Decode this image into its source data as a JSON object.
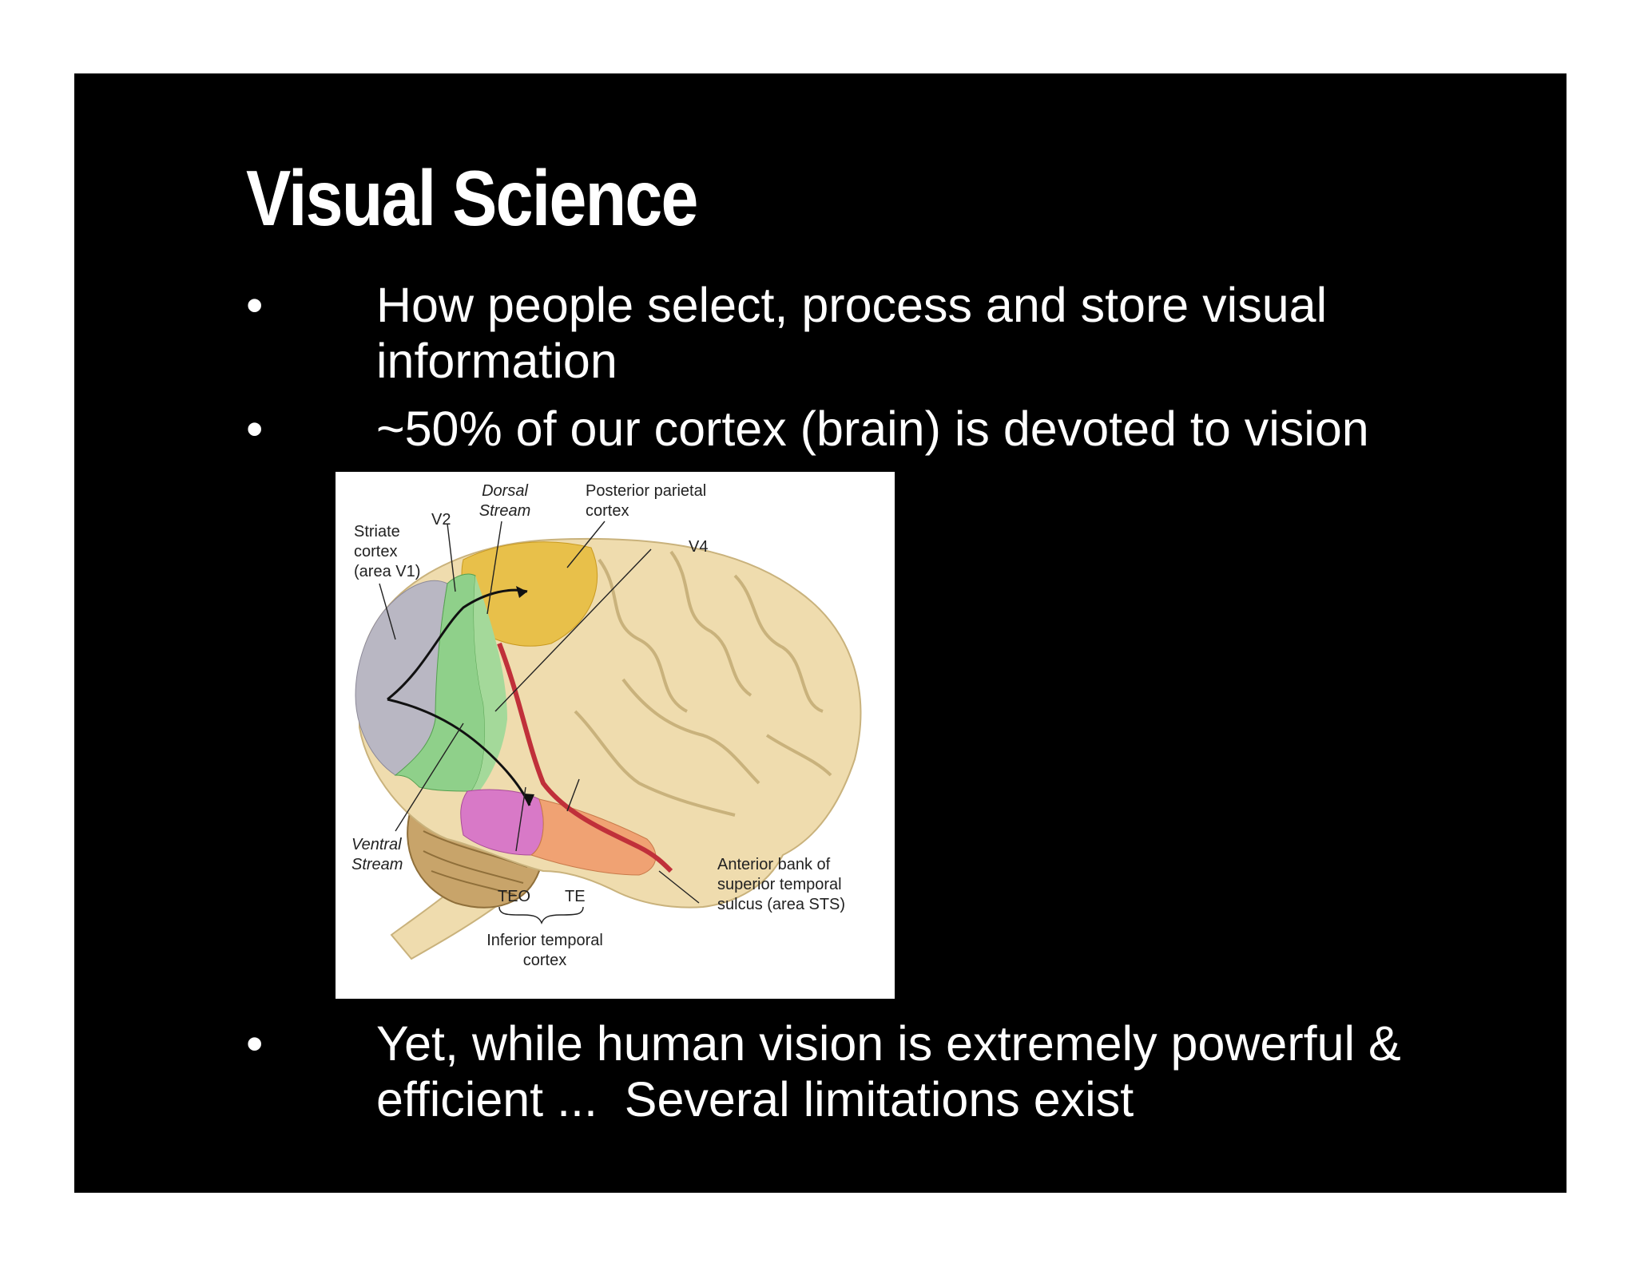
{
  "slide": {
    "title": "Visual Science",
    "bullets": [
      {
        "line1": "How people select, process and store visual",
        "line2": "information"
      },
      {
        "line1": "~50% of our cortex (brain) is devoted to vision"
      },
      {
        "line1": "Yet, while human vision is extremely powerful &",
        "line2": "efficient ...  Several limitations exist"
      }
    ],
    "bullet_glyph": "•"
  },
  "figure": {
    "labels": {
      "dorsal_1": "Dorsal",
      "dorsal_2": "Stream",
      "posterior_1": "Posterior parietal",
      "posterior_2": "cortex",
      "striate_1": "Striate",
      "striate_2": "cortex",
      "striate_3": "(area V1)",
      "v2": "V2",
      "v4": "V4",
      "ventral_1": "Ventral",
      "ventral_2": "Stream",
      "teo": "TEO",
      "te": "TE",
      "inferior_1": "Inferior temporal",
      "inferior_2": "cortex",
      "anterior_1": "Anterior bank of",
      "anterior_2": "superior temporal",
      "anterior_3": "sulcus (area STS)"
    },
    "colors": {
      "cortex": "#efdcae",
      "v1": "#b9b7c3",
      "v2": "#8fd08a",
      "parietal": "#e8c04a",
      "teo": "#d879c7",
      "te": "#f0a273",
      "sts": "#c0303a",
      "cerebellum": "#c8a46a"
    }
  }
}
